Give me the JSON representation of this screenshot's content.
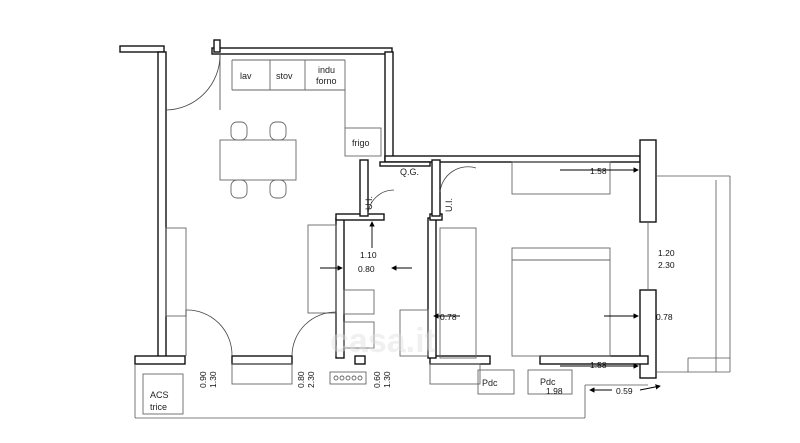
{
  "rooms": {
    "lav": "lav",
    "stov": "stov",
    "indu_1": "indu",
    "indu_2": "forno",
    "frigo": "frigo",
    "qg": "Q.G.",
    "ui_left": "U.I.",
    "ui_right": "U.I.",
    "pdc_1": "Pdc",
    "pdc_2": "Pdc",
    "acs_1": "ACS",
    "acs_2": "trice"
  },
  "dimensions": {
    "d_158_top": "1.58",
    "d_120": "1.20",
    "d_230_right": "2.30",
    "d_110": "1.10",
    "d_080": "0.80",
    "d_078_left": "0.78",
    "d_078_right": "0.78",
    "d_158_bottom": "1.58",
    "d_198": "1.98",
    "d_059": "0.59",
    "d_090": "0.90",
    "d_130_a": "1.30",
    "d_080_b": "0.80",
    "d_230_b": "2.30",
    "d_060": "0.60",
    "d_130_b": "1.30"
  },
  "watermark": "casa.it"
}
